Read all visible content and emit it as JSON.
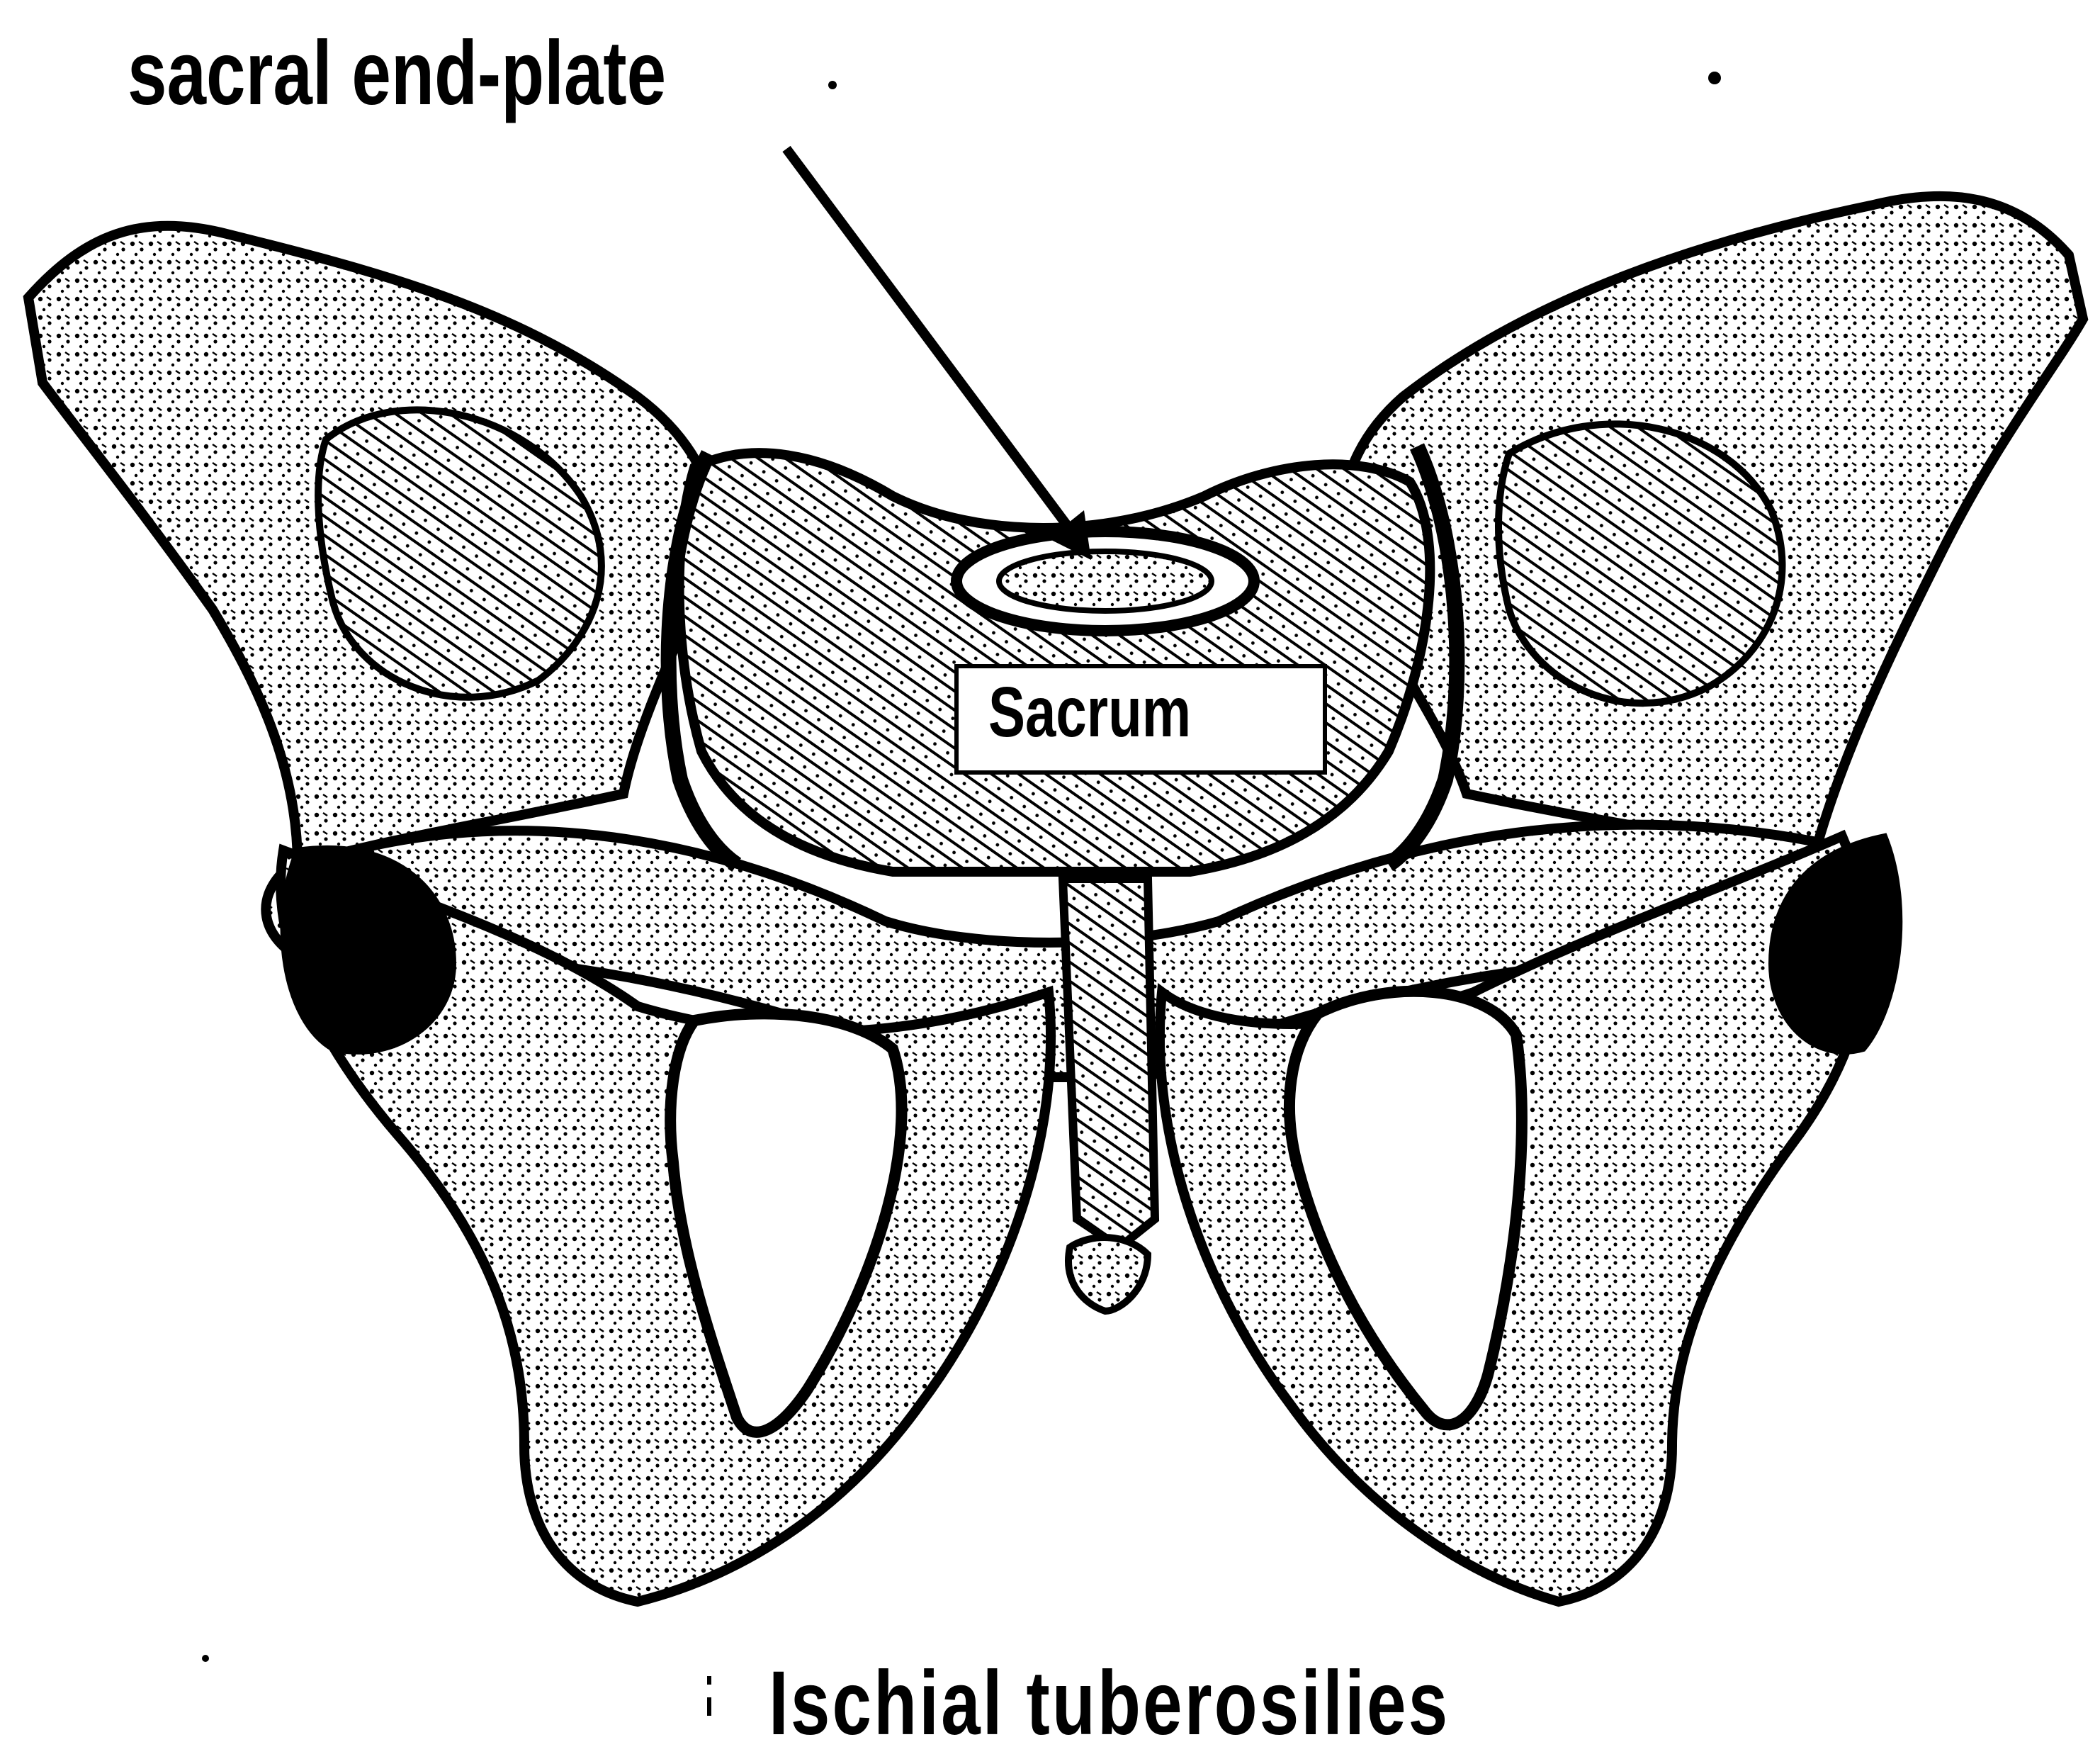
{
  "labels": {
    "sacral_end_plate": "sacral end-plate",
    "sacrum": "Sacrum",
    "ischial_tuberosities": "Ischial tuberosilies"
  },
  "colors": {
    "ink": "#000000",
    "paper": "#ffffff",
    "bone_shade": "#d8d8d8"
  }
}
